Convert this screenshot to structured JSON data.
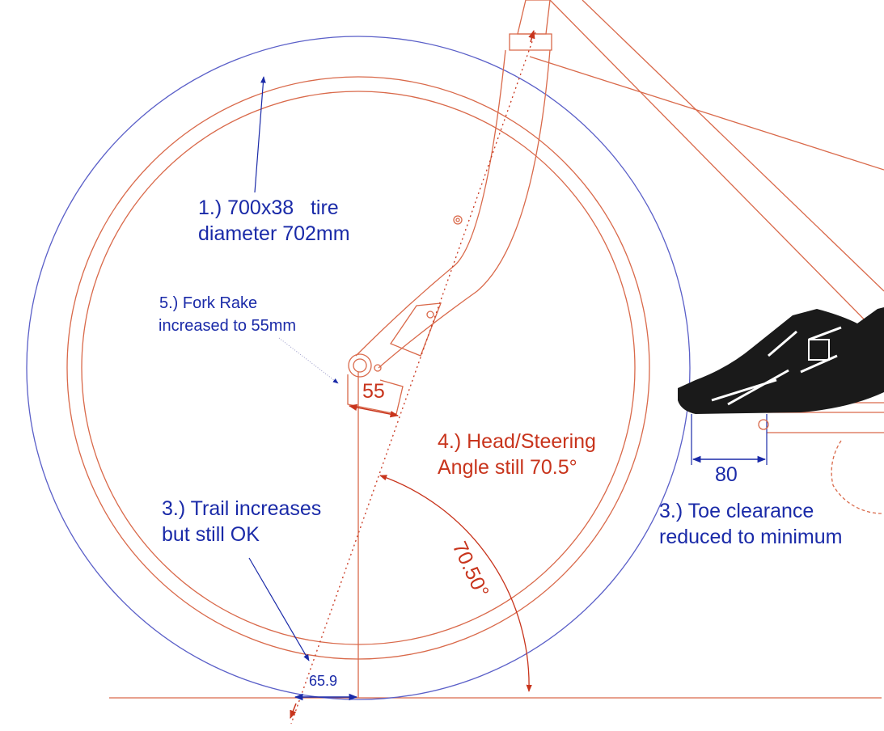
{
  "labels": {
    "tire_line1": "1.) 700x38   tire",
    "tire_line2": "diameter 702mm",
    "rake_line1": "5.) Fork Rake",
    "rake_line2": "increased to 55mm",
    "head_line1": "4.) Head/Steering",
    "head_line2": "Angle still 70.5°",
    "trail_line1": "3.) Trail increases",
    "trail_line2": "but still OK",
    "toe_line1": "3.) Toe clearance",
    "toe_line2": "reduced to minimum"
  },
  "dimensions": {
    "rake": "55",
    "toe": "80",
    "trail": "65.9",
    "angle": "70.50°"
  },
  "colors": {
    "frame": "#d9694a",
    "annotation_blue": "#1a2aa8",
    "annotation_red": "#c8341c",
    "tire_outline": "#5a5fc8",
    "shoe": "#1a1a1a"
  }
}
